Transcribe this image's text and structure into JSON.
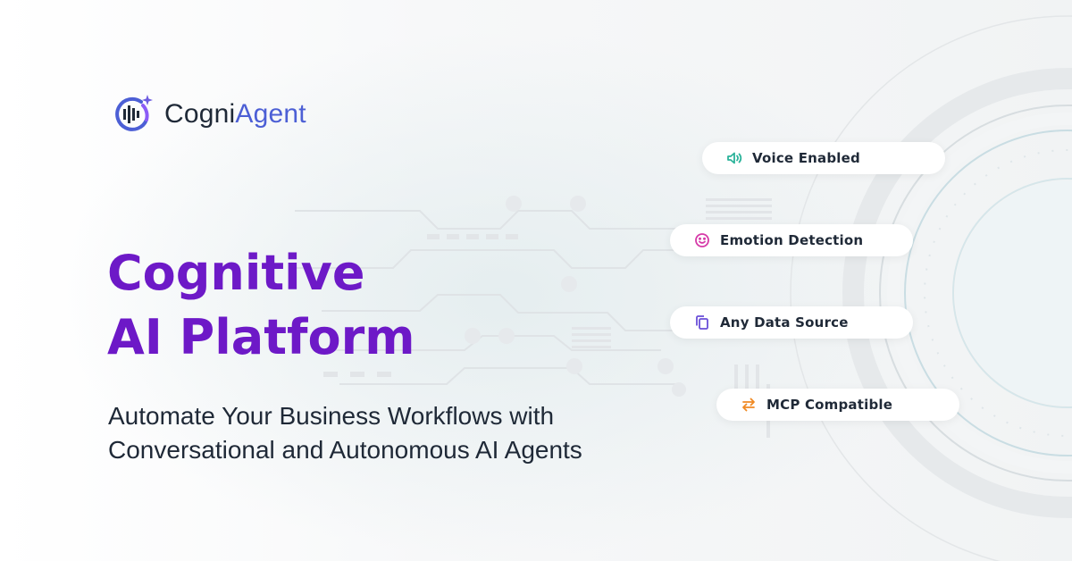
{
  "brand": {
    "name_part1": "Cogni",
    "name_part2": "Agent",
    "accent_color": "#4c5fd5"
  },
  "hero": {
    "headline_line1": "Cognitive",
    "headline_line2": "AI Platform",
    "headline_color": "#6d19c7",
    "subtitle_line1": "Automate Your Business Workflows with",
    "subtitle_line2": "Conversational and Autonomous AI Agents"
  },
  "features": [
    {
      "label": "Voice Enabled",
      "icon": "speaker-icon",
      "icon_color": "#2bb39a"
    },
    {
      "label": "Emotion Detection",
      "icon": "smiley-icon",
      "icon_color": "#d63aa8"
    },
    {
      "label": "Any Data Source",
      "icon": "copy-icon",
      "icon_color": "#6a4fd8"
    },
    {
      "label": "MCP Compatible",
      "icon": "swap-arrows-icon",
      "icon_color": "#f08a24"
    }
  ]
}
